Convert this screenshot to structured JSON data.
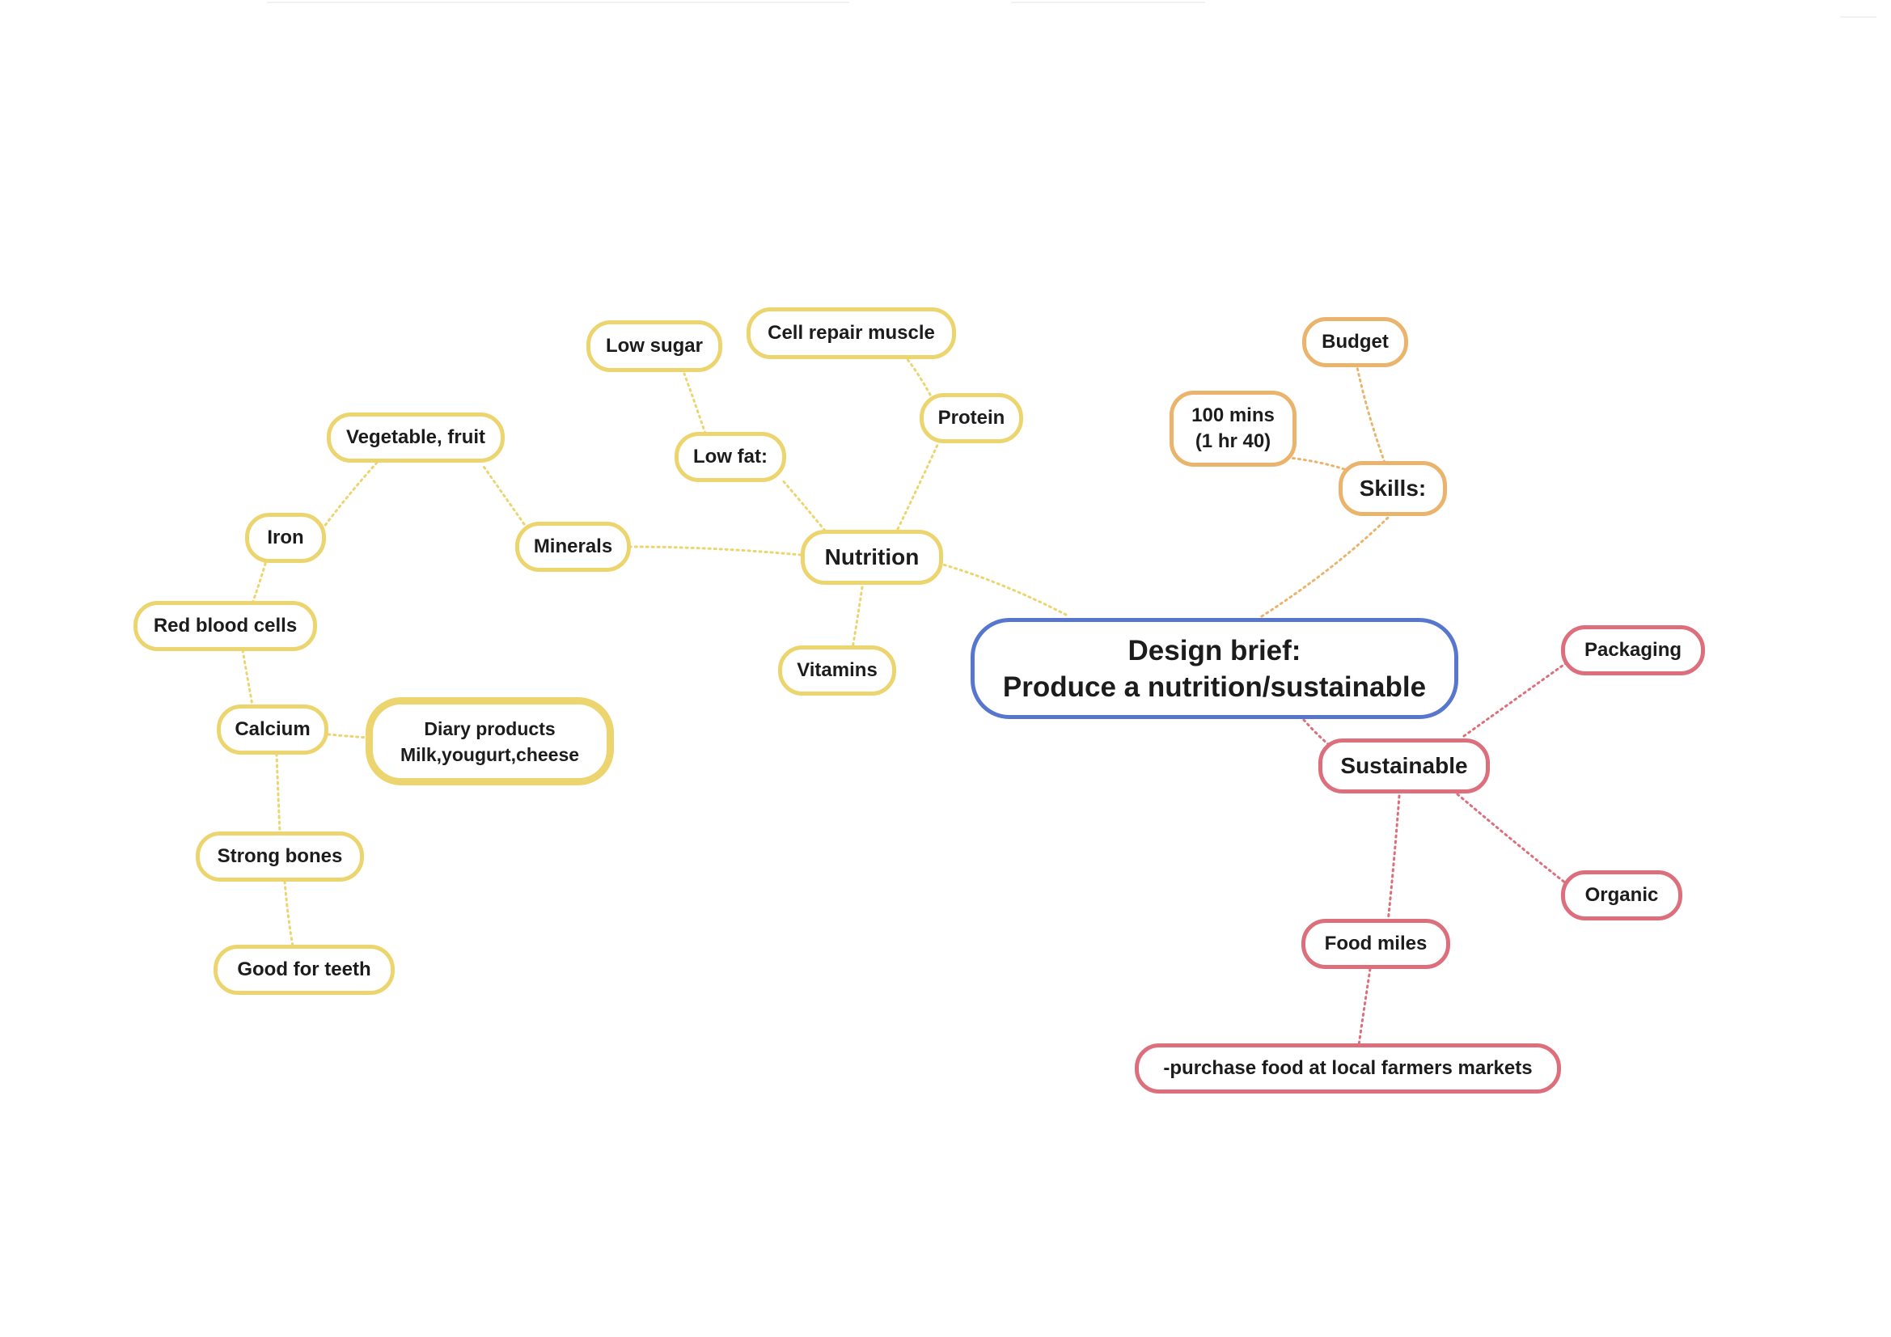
{
  "diagram": {
    "central": {
      "lines": [
        "Design brief:",
        "Produce a nutrition/sustainable"
      ]
    },
    "nutrition": {
      "label": "Nutrition",
      "low_sugar": "Low sugar",
      "low_fat": "Low fat:",
      "cell_repair": "Cell repair muscle",
      "protein": "Protein",
      "vitamins": "Vitamins",
      "minerals": "Minerals",
      "vegetable_fruit": "Vegetable, fruit",
      "iron": "Iron",
      "red_blood_cells": "Red blood cells",
      "calcium": "Calcium",
      "dairy": {
        "lines": [
          "Diary products",
          "Milk,yougurt,cheese"
        ]
      },
      "strong_bones": "Strong bones",
      "good_teeth": "Good for teeth"
    },
    "skills": {
      "label": "Skills:",
      "budget": "Budget",
      "time": {
        "lines": [
          "100 mins",
          "(1 hr 40)"
        ]
      }
    },
    "sustainable": {
      "label": "Sustainable",
      "packaging": "Packaging",
      "organic": "Organic",
      "food_miles": "Food miles",
      "farmers_markets": "-purchase food at local farmers markets"
    }
  },
  "colors": {
    "nutrition": "#ecd56f",
    "skills": "#ebb46d",
    "sustainable": "#dc6f7b",
    "central": "#5777cf"
  }
}
